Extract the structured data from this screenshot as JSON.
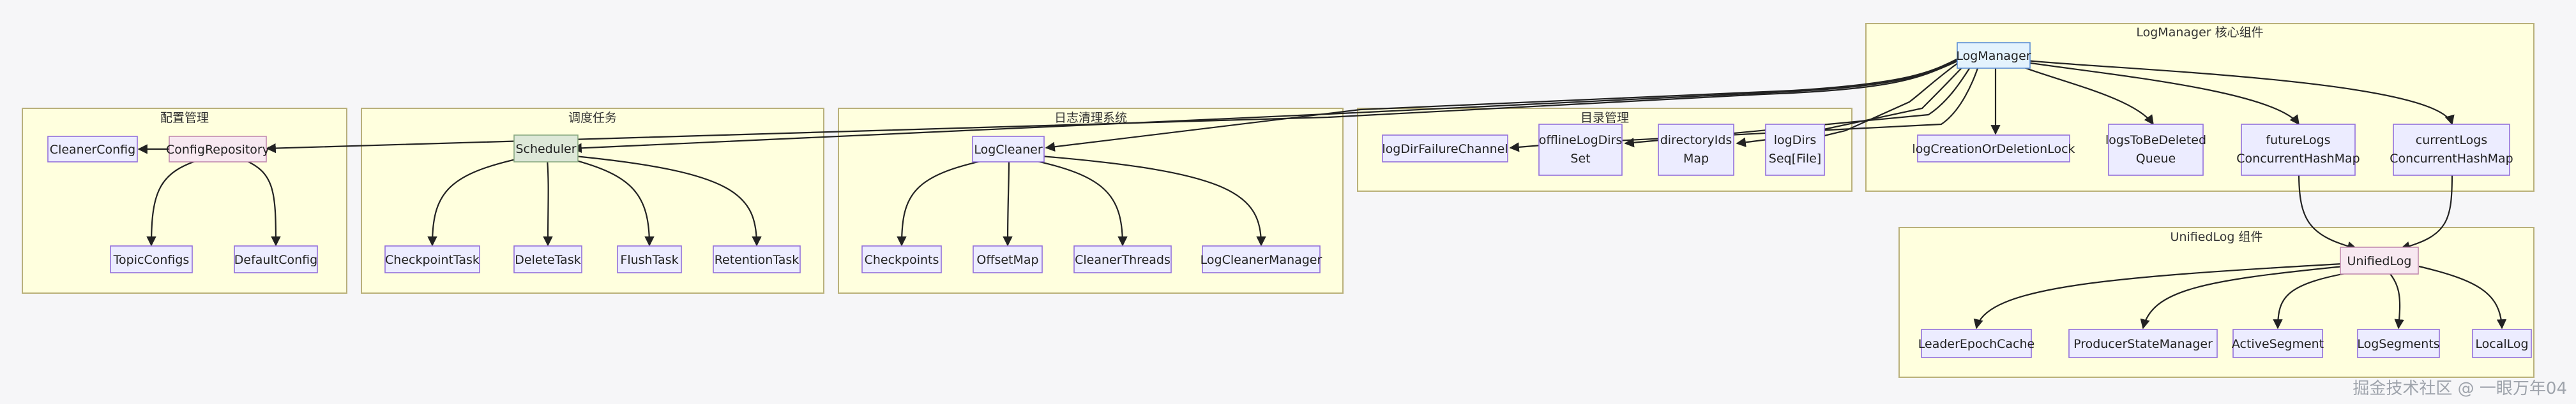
{
  "clusters": {
    "config": "配置管理",
    "scheduler": "调度任务",
    "cleaner": "日志清理系统",
    "dirs": "目录管理",
    "logmanager": "LogManager 核心组件",
    "unifiedlog": "UnifiedLog 组件"
  },
  "nodes": {
    "cleanerConfig": "CleanerConfig",
    "configRepository": "ConfigRepository",
    "topicConfigs": "TopicConfigs",
    "defaultConfig": "DefaultConfig",
    "scheduler": "Scheduler",
    "checkpointTask": "CheckpointTask",
    "deleteTask": "DeleteTask",
    "flushTask": "FlushTask",
    "retentionTask": "RetentionTask",
    "logCleaner": "LogCleaner",
    "checkpoints": "Checkpoints",
    "offsetMap": "OffsetMap",
    "cleanerThreads": "CleanerThreads",
    "logCleanerManager": "LogCleanerManager",
    "logDirFailureChannel": "logDirFailureChannel",
    "offlineLogDirsSet": [
      "offlineLogDirs",
      "Set"
    ],
    "directoryIdsMap": [
      "directoryIds",
      "Map"
    ],
    "logDirsSeq": [
      "logDirs",
      "Seq[File]"
    ],
    "logManager": "LogManager",
    "logCreationOrDeletionLock": "logCreationOrDeletionLock",
    "logsToBeDeletedQueue": [
      "logsToBeDeleted",
      "Queue"
    ],
    "futureLogs": [
      "futureLogs",
      "ConcurrentHashMap"
    ],
    "currentLogs": [
      "currentLogs",
      "ConcurrentHashMap"
    ],
    "unifiedLog": "UnifiedLog",
    "leaderEpochCache": "LeaderEpochCache",
    "producerStateManager": "ProducerStateManager",
    "activeSegment": "ActiveSegment",
    "logSegments": "LogSegments",
    "localLog": "LocalLog"
  },
  "watermark": "掘金技术社区 @ 一眼万年04"
}
